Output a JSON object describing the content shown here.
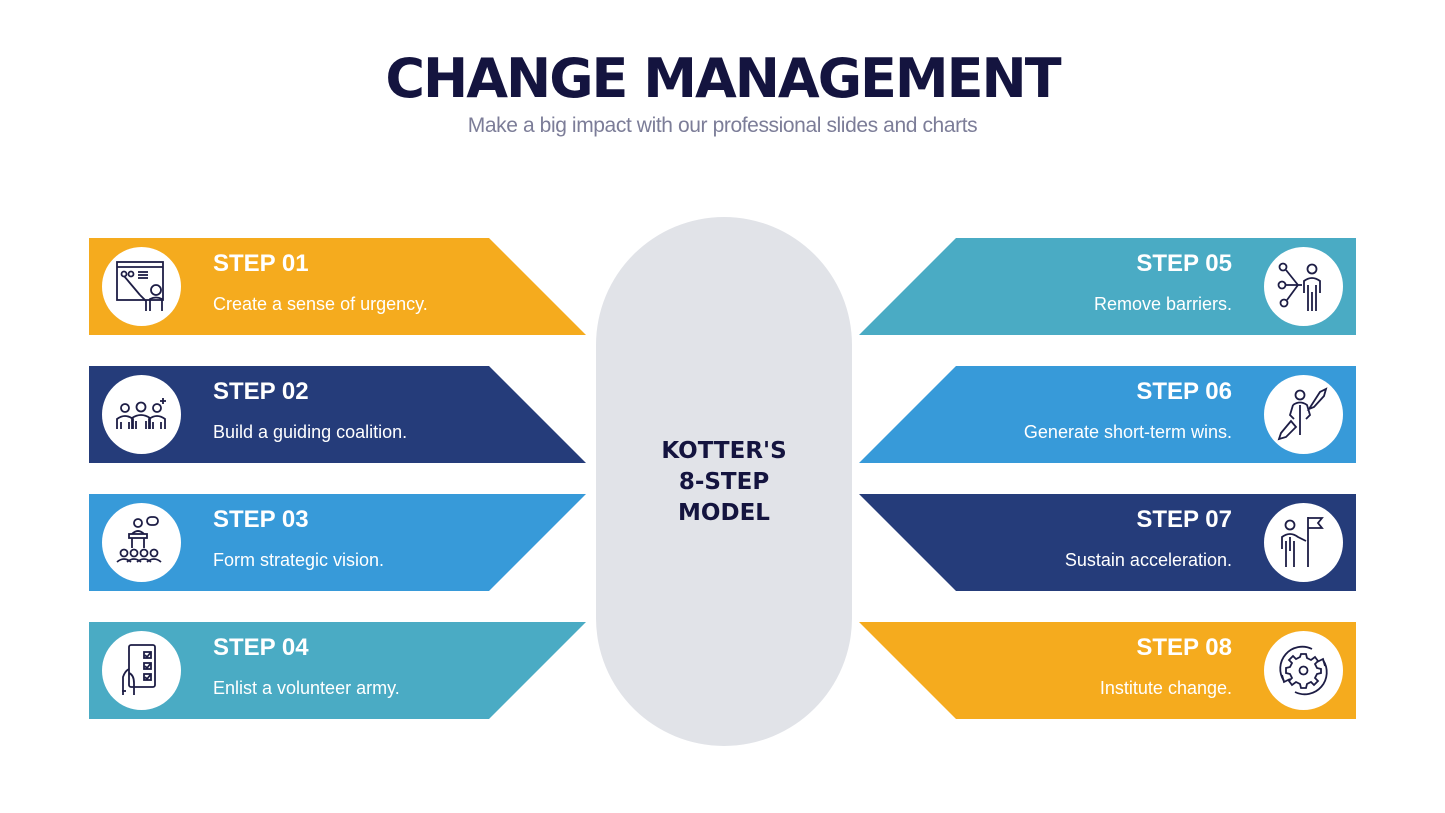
{
  "header": {
    "title": "CHANGE MANAGEMENT",
    "subtitle": "Make a big impact with our professional slides and charts"
  },
  "center": {
    "line1": "KOTTER'S",
    "line2": "8-STEP",
    "line3": "MODEL"
  },
  "colors": {
    "yellow": "#f5ab1e",
    "navy": "#253c7a",
    "blue": "#379ad9",
    "teal": "#4aabc4",
    "pill": "#e1e3e8",
    "title": "#14143f",
    "subtitle": "#7c7d98"
  },
  "steps": [
    {
      "label": "STEP 01",
      "desc": "Create a sense of urgency.",
      "icon": "presentation-board-icon",
      "color": "#f5ab1e",
      "side": "left"
    },
    {
      "label": "STEP 02",
      "desc": "Build a guiding coalition.",
      "icon": "team-group-icon",
      "color": "#253c7a",
      "side": "left"
    },
    {
      "label": "STEP 03",
      "desc": "Form strategic vision.",
      "icon": "speaker-audience-icon",
      "color": "#379ad9",
      "side": "left"
    },
    {
      "label": "STEP 04",
      "desc": "Enlist a volunteer army.",
      "icon": "checklist-clipboard-icon",
      "color": "#4aabc4",
      "side": "left"
    },
    {
      "label": "STEP 05",
      "desc": "Remove barriers.",
      "icon": "person-network-icon",
      "color": "#4aabc4",
      "side": "right"
    },
    {
      "label": "STEP 06",
      "desc": "Generate short-term wins.",
      "icon": "person-growth-arrows-icon",
      "color": "#379ad9",
      "side": "right"
    },
    {
      "label": "STEP 07",
      "desc": "Sustain acceleration.",
      "icon": "person-flag-icon",
      "color": "#253c7a",
      "side": "right"
    },
    {
      "label": "STEP 08",
      "desc": "Institute change.",
      "icon": "gear-cycle-icon",
      "color": "#f5ab1e",
      "side": "right"
    }
  ]
}
